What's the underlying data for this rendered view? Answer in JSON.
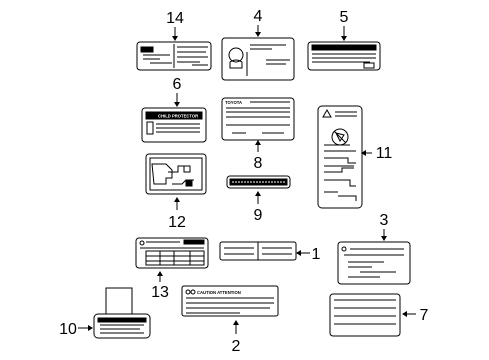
{
  "figure": {
    "callouts": {
      "c1": "1",
      "c2": "2",
      "c3": "3",
      "c4": "4",
      "c5": "5",
      "c6": "6",
      "c7": "7",
      "c8": "8",
      "c9": "9",
      "c10": "10",
      "c11": "11",
      "c12": "12",
      "c13": "13",
      "c14": "14"
    },
    "label_text": {
      "toyota": "TOYOTA",
      "caution": "CAUTION ATTENTION",
      "protector": "CHILD PROTECTOR"
    }
  }
}
